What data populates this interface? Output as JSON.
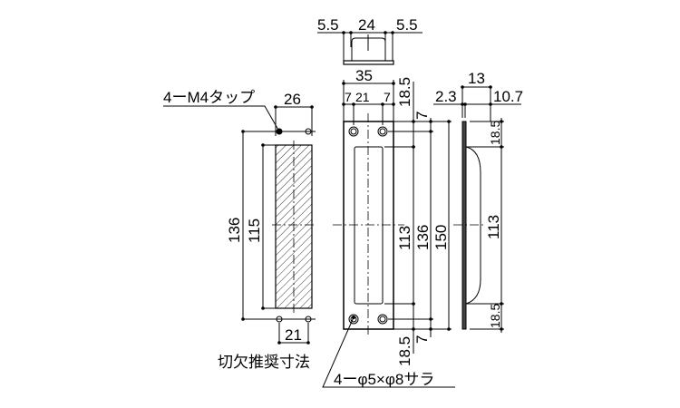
{
  "top_view": {
    "dims": [
      "5.5",
      "24",
      "5.5"
    ]
  },
  "front_view": {
    "dims": {
      "width": "35",
      "sub": [
        "7",
        "21",
        "7"
      ],
      "top_offset": "18.5",
      "top_hole": "7",
      "window": "113",
      "hole_pitch": "136",
      "length": "150",
      "bottom_offset": "18.5",
      "bottom_hole": "7"
    },
    "hole_note": "4ーφ5×φ8サラ"
  },
  "side_view": {
    "dims": {
      "depth": "13",
      "plate": "2.3",
      "grip": "10.7",
      "top": "18.5",
      "grip_len": "113",
      "bottom": "18.5"
    }
  },
  "cutout": {
    "tap_note": "4ーM4タップ",
    "width": "26",
    "pitch_h": "21",
    "pitch_v": "136",
    "length": "115",
    "title": "切欠推奨寸法"
  },
  "colors": {
    "line": "#000000",
    "background": "#ffffff"
  }
}
